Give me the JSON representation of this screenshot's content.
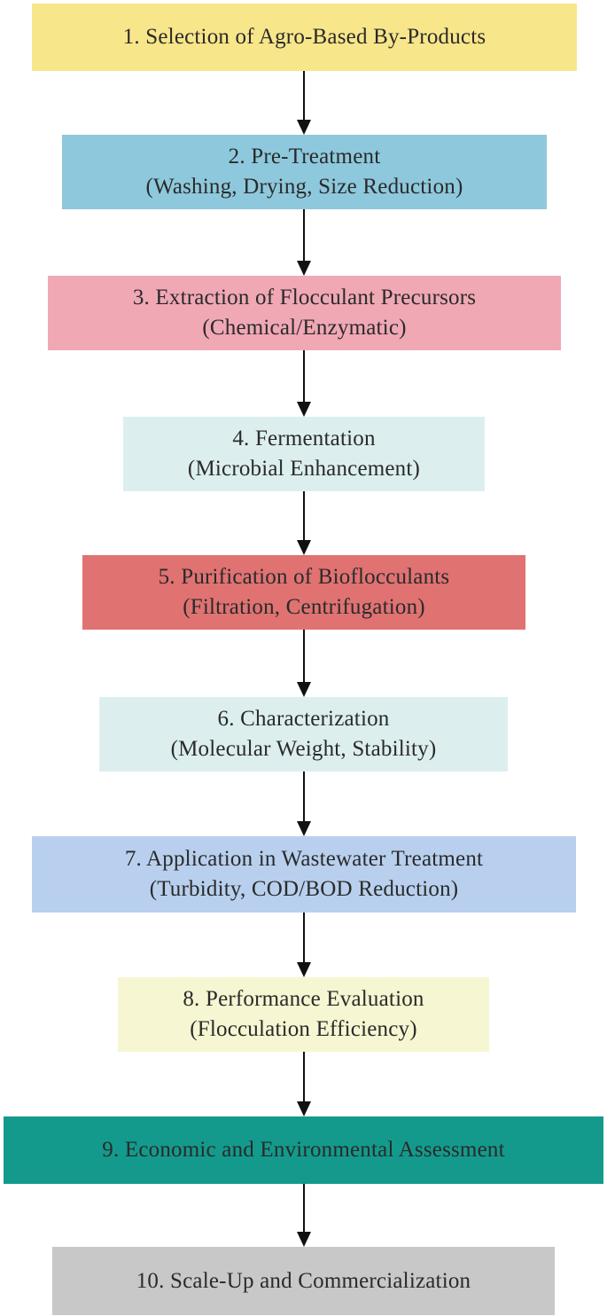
{
  "steps": [
    {
      "lines": [
        "1. Selection of Agro-Based By-Products"
      ],
      "color": "#f8e68a"
    },
    {
      "lines": [
        "2. Pre-Treatment",
        "(Washing, Drying, Size Reduction)"
      ],
      "color": "#8ec8dc"
    },
    {
      "lines": [
        "3. Extraction of Flocculant Precursors",
        "(Chemical/Enzymatic)"
      ],
      "color": "#f0a8b4"
    },
    {
      "lines": [
        "4. Fermentation",
        "(Microbial Enhancement)"
      ],
      "color": "#dcefee"
    },
    {
      "lines": [
        "5. Purification of Bioflocculants",
        "(Filtration, Centrifugation)"
      ],
      "color": "#e07272"
    },
    {
      "lines": [
        "6. Characterization",
        "(Molecular Weight, Stability)"
      ],
      "color": "#dcefee"
    },
    {
      "lines": [
        "7. Application in Wastewater Treatment",
        "(Turbidity, COD/BOD Reduction)"
      ],
      "color": "#b8d0ee"
    },
    {
      "lines": [
        "8. Performance Evaluation",
        "(Flocculation Efficiency)"
      ],
      "color": "#f6f6d2"
    },
    {
      "lines": [
        "9. Economic and Environmental Assessment"
      ],
      "color": "#139a8c"
    },
    {
      "lines": [
        "10. Scale-Up and Commercialization"
      ],
      "color": "#c8c8c8"
    }
  ],
  "arrow_color": "#111111"
}
